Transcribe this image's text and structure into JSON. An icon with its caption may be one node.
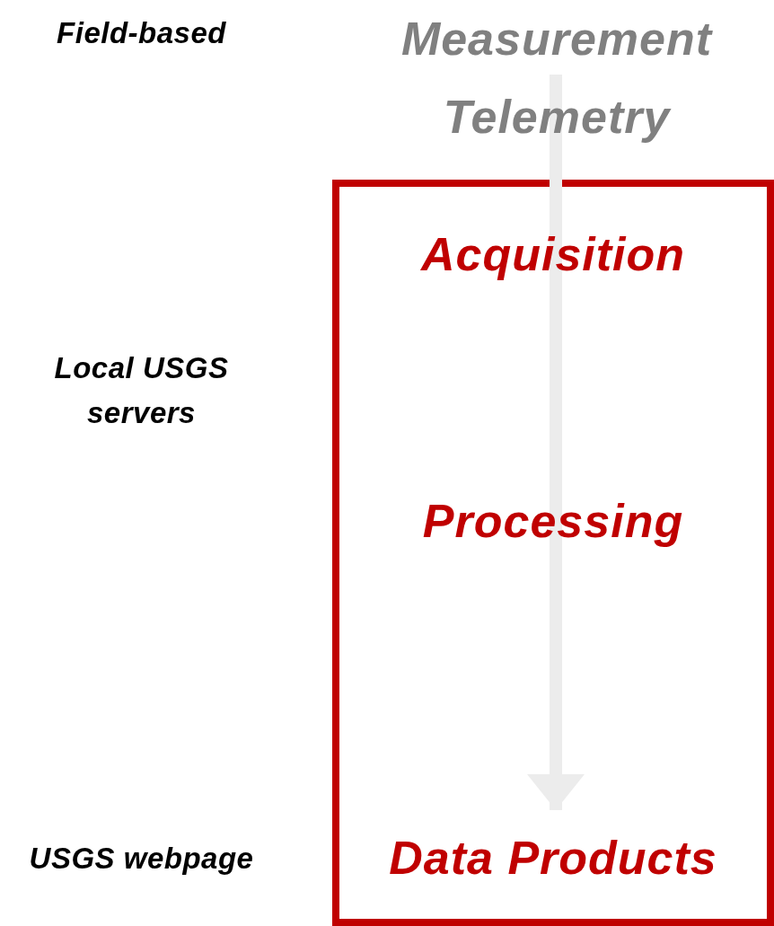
{
  "diagram": {
    "nodes": [
      {
        "text": [
          "Measurement"
        ]
      },
      {
        "text": [
          "Telemetry"
        ]
      },
      {
        "text": [],
        "shape": "box"
      },
      {
        "text": [
          "Acquisition"
        ],
        "in": 2
      },
      {
        "text": [
          "Processing"
        ],
        "in": 2
      },
      {
        "text": [
          "Data Products"
        ],
        "in": 2
      }
    ],
    "edges": [
      {
        "from": 0,
        "to": 5,
        "arrow": "to"
      }
    ],
    "labels": [
      "Field-based",
      "Local USGS servers",
      "USGS webpage"
    ]
  }
}
